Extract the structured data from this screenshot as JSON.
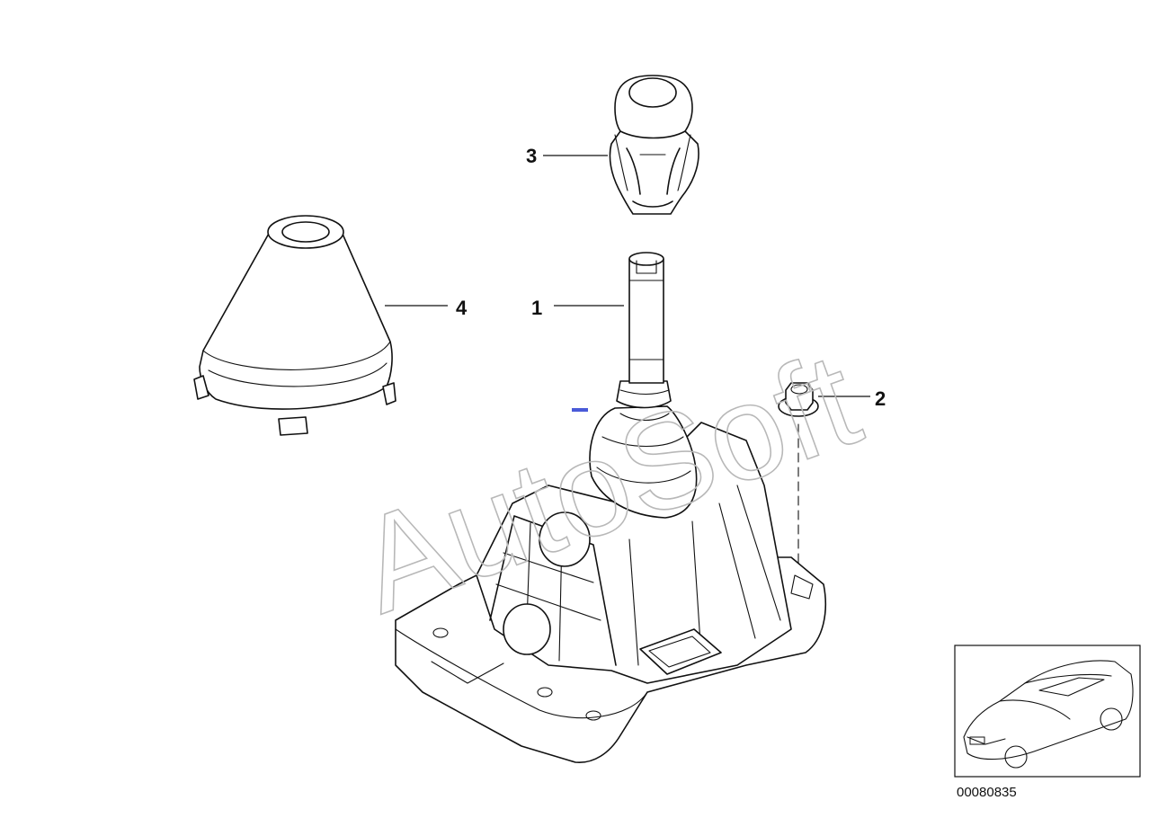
{
  "diagram": {
    "callouts": [
      {
        "id": "1",
        "label": "1"
      },
      {
        "id": "2",
        "label": "2"
      },
      {
        "id": "3",
        "label": "3"
      },
      {
        "id": "4",
        "label": "4"
      }
    ],
    "watermark": "AutoSoft",
    "image_id": "00080835"
  }
}
